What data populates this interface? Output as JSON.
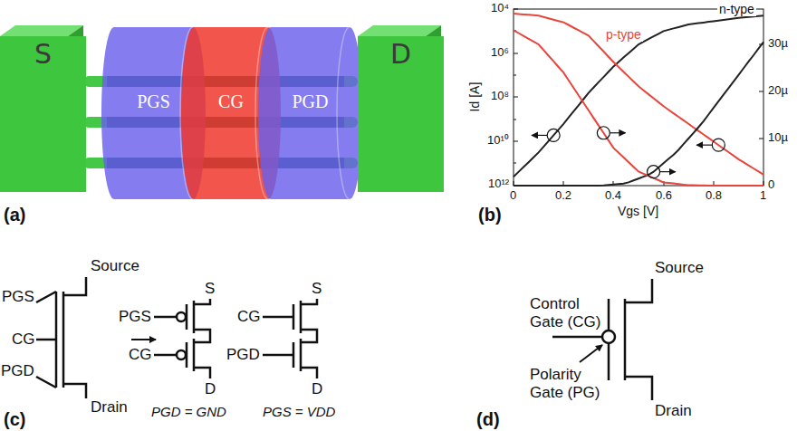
{
  "diagram": {
    "nodes": [
      {
        "text": [
          "S"
        ]
      },
      {
        "text": [
          "PGS"
        ]
      },
      {
        "text": [
          "CG"
        ]
      },
      {
        "text": [
          "PGD"
        ]
      },
      {
        "text": [
          "D"
        ]
      }
    ],
    "labels": [
      "(a)",
      "(b)",
      "10⁴",
      "10⁶",
      "10⁸",
      "10¹⁰",
      "10¹²",
      "30µ",
      "20µ",
      "10µ",
      "0",
      "0",
      "0.2",
      "0.4",
      "0.6",
      "0.8",
      "1",
      "Vgs [V]",
      "Id [A]",
      "p-type",
      "n-type",
      "(c)",
      "Source",
      "PGS",
      "CG",
      "PGD",
      "Drain",
      "PGS",
      "S",
      "CG",
      "D",
      "PGD = GND",
      "S",
      "CG",
      "PGD",
      "D",
      "PGS = VDD",
      "(d)",
      "Source",
      "Control Gate (CG)",
      "Polarity Gate (PG)",
      "Drain"
    ]
  }
}
